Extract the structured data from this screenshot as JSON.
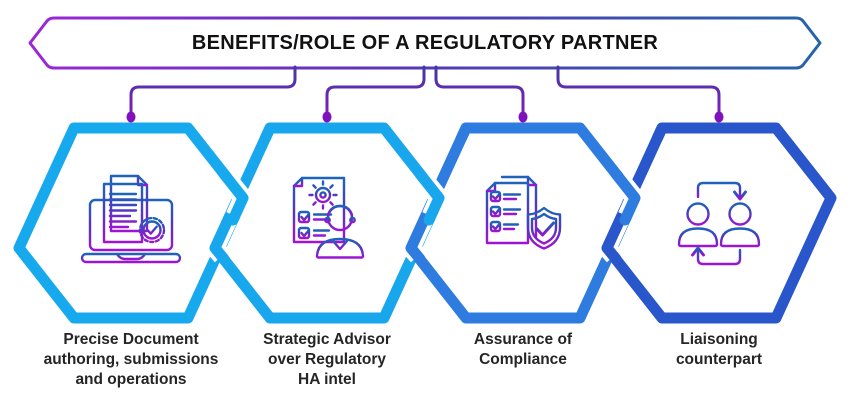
{
  "banner": {
    "title": "BENEFITS/ROLE OF A REGULATORY PARTNER"
  },
  "items": [
    {
      "icon": "laptop-documents-certificate-icon",
      "hex_color": "#17A9EE",
      "label": "Precise Document authoring, submissions and operations",
      "lines": [
        "Precise Document",
        "authoring, submissions",
        "and operations"
      ]
    },
    {
      "icon": "advisor-checklist-person-icon",
      "hex_color": "#18A6EC",
      "label": "Strategic Advisor over Regulatory HA intel",
      "lines": [
        "Strategic Advisor",
        "over Regulatory",
        "HA intel"
      ]
    },
    {
      "icon": "compliance-checklist-shield-icon",
      "hex_color": "#2E7CDF",
      "label": "Assurance of Compliance",
      "lines": [
        "Assurance of",
        "Compliance"
      ]
    },
    {
      "icon": "liaison-people-exchange-icon",
      "hex_color": "#2A56CB",
      "label": "Liaisoning counterpart",
      "lines": [
        "Liaisoning",
        "counterpart"
      ]
    }
  ],
  "colors": {
    "background": "#FFFFFF",
    "banner_border_gradient": [
      "#9A27D8",
      "#5A35B5",
      "#2564AA"
    ],
    "connector_gradient": [
      "#3B3E9D",
      "#8A16C6"
    ],
    "connector_dot": "#8012BE",
    "icon_gradient": [
      "#1D64BA",
      "#9E14D2"
    ],
    "title_text": "#111111",
    "caption_text": "#252525"
  }
}
